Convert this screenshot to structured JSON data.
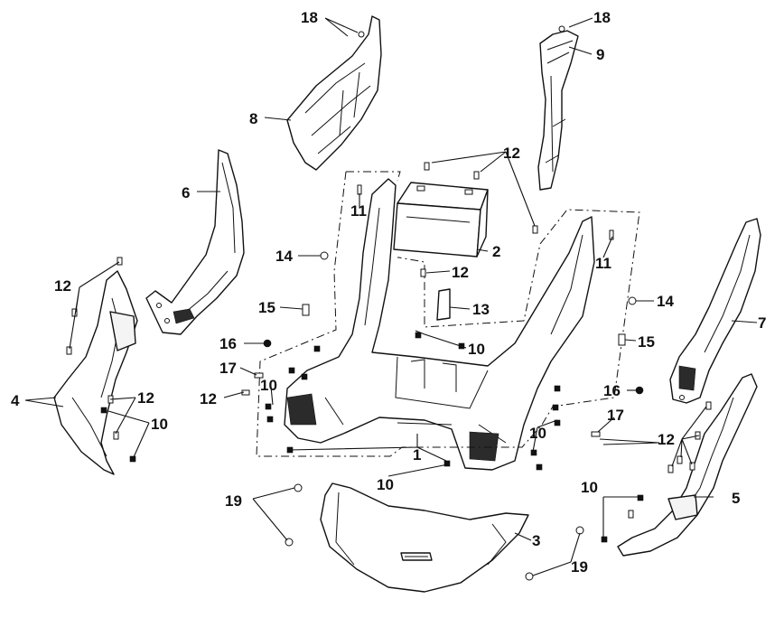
{
  "callouts": [
    {
      "id": "c18a",
      "label": "18"
    },
    {
      "id": "c18b",
      "label": "18"
    },
    {
      "id": "c9",
      "label": "9"
    },
    {
      "id": "c8",
      "label": "8"
    },
    {
      "id": "c12a",
      "label": "12"
    },
    {
      "id": "c6",
      "label": "6"
    },
    {
      "id": "c11a",
      "label": "11"
    },
    {
      "id": "c2",
      "label": "2"
    },
    {
      "id": "c14a",
      "label": "14"
    },
    {
      "id": "c11b",
      "label": "11"
    },
    {
      "id": "c12b",
      "label": "12"
    },
    {
      "id": "c12c",
      "label": "12"
    },
    {
      "id": "c15a",
      "label": "15"
    },
    {
      "id": "c13",
      "label": "13"
    },
    {
      "id": "c14b",
      "label": "14"
    },
    {
      "id": "c7",
      "label": "7"
    },
    {
      "id": "c16a",
      "label": "16"
    },
    {
      "id": "c10a",
      "label": "10"
    },
    {
      "id": "c15b",
      "label": "15"
    },
    {
      "id": "c17a",
      "label": "17"
    },
    {
      "id": "c12d",
      "label": "12"
    },
    {
      "id": "c10b",
      "label": "10"
    },
    {
      "id": "c4",
      "label": "4"
    },
    {
      "id": "c12e",
      "label": "12"
    },
    {
      "id": "c16b",
      "label": "16"
    },
    {
      "id": "c10c",
      "label": "10"
    },
    {
      "id": "c17b",
      "label": "17"
    },
    {
      "id": "c10d",
      "label": "10"
    },
    {
      "id": "c12f",
      "label": "12"
    },
    {
      "id": "c1",
      "label": "1"
    },
    {
      "id": "c10e",
      "label": "10"
    },
    {
      "id": "c10f",
      "label": "10"
    },
    {
      "id": "c5",
      "label": "5"
    },
    {
      "id": "c19a",
      "label": "19"
    },
    {
      "id": "c3",
      "label": "3"
    },
    {
      "id": "c19b",
      "label": "19"
    }
  ]
}
